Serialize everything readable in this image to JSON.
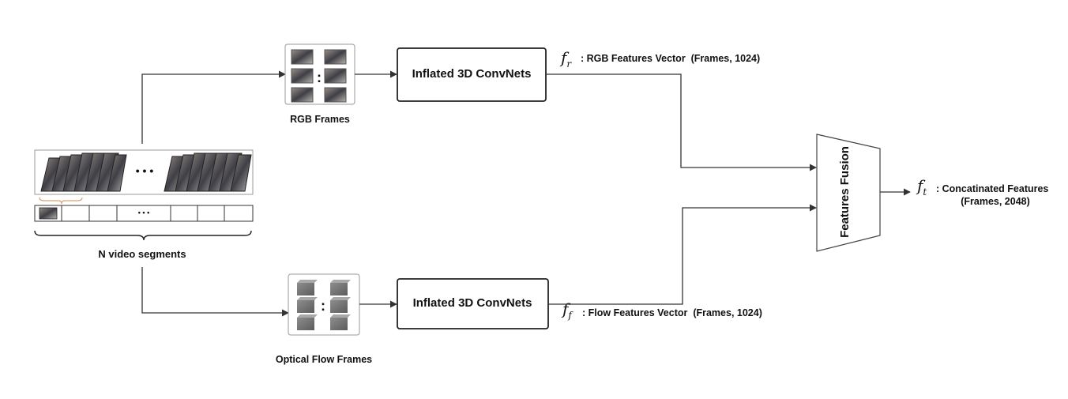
{
  "segments_caption": "N video segments",
  "rgb_frames_label": "RGB Frames",
  "flow_frames_label": "Optical Flow Frames",
  "rgb_network_label": "Inflated 3D ConvNets",
  "flow_network_label": "Inflated 3D ConvNets",
  "rgb_feature": {
    "symbol": "f",
    "subscript": "r",
    "label": ": RGB Features Vector  (Frames, 1024)"
  },
  "flow_feature": {
    "symbol": "f",
    "subscript": "f",
    "label": ": Flow Features Vector  (Frames, 1024)"
  },
  "fusion_label": "Features Fusion",
  "output_feature": {
    "symbol": "f",
    "subscript": "t",
    "label_line1": ": Concatinated Features",
    "label_line2": "(Frames, 2048)"
  },
  "ellipsis": "• • •",
  "small_ellipsis": "• • •",
  "vertical_ellipsis": ":",
  "colors": {
    "line": "#333333",
    "box_border": "#222222",
    "frame_dark": "#4a4a4a",
    "bracket_accent": "#e0a070"
  }
}
